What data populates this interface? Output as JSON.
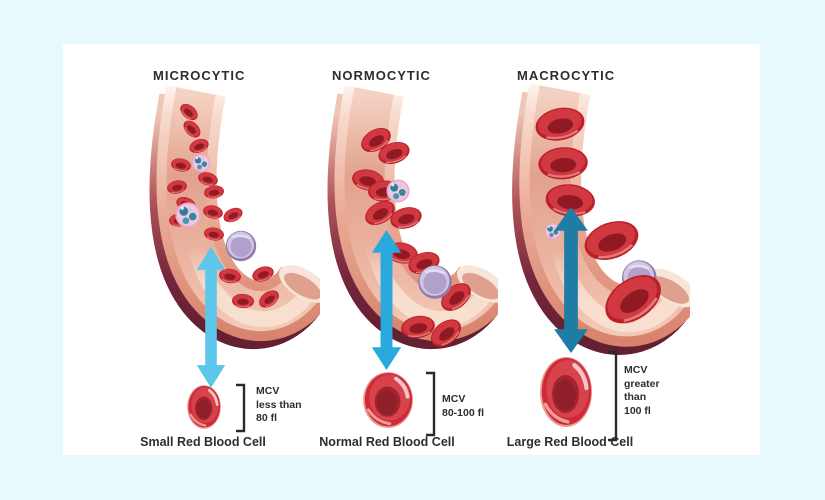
{
  "diagram": {
    "panels": [
      {
        "title": "MICROCYTIC",
        "mcv_note": "MCV\nless than\n80 fl",
        "cell_caption": "Small Red Blood Cell",
        "arrow_color": "#5cc7ea"
      },
      {
        "title": "NORMOCYTIC",
        "mcv_note": "MCV\n80-100 fl",
        "cell_caption": "Normal Red Blood Cell",
        "arrow_color": "#2aa9dd"
      },
      {
        "title": "MACROCYTIC",
        "mcv_note": "MCV\ngreater\nthan\n100 fl",
        "cell_caption": "Large Red Blood Cell",
        "arrow_color": "#1e7ca5"
      }
    ],
    "colors": {
      "page_background": "#e8f9fe",
      "card_background": "#ffffff",
      "text": "#2f2c2d",
      "rbc_red": "#ce2b36",
      "rbc_dimple": "#8f1a24",
      "vessel_wall_salmon": "#eaac97",
      "vessel_shadow_maroon": "#74263c",
      "vessel_cut_cream": "#f6e5d8",
      "lymphocyte_purple": "#b0a0cc",
      "wbc_pink": "#f4c6e0",
      "wbc_teal": "#2e7f9e"
    }
  }
}
